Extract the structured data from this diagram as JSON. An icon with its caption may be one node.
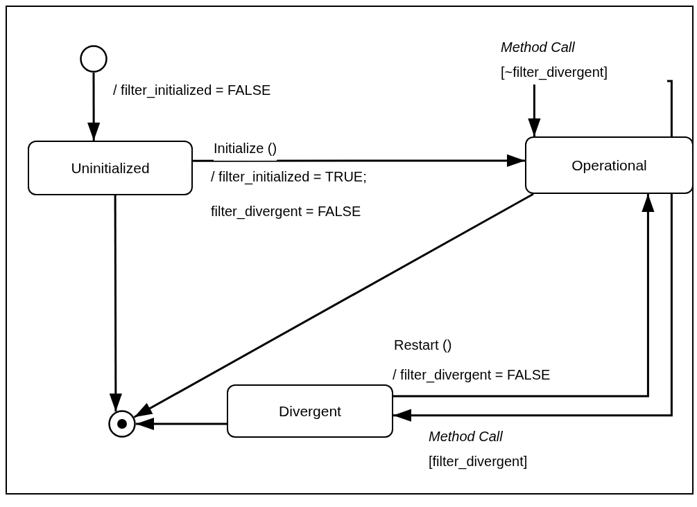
{
  "diagram": {
    "nodes": [
      {
        "text": [],
        "shape": "circle"
      },
      {
        "text": [
          "Uninitialized"
        ]
      },
      {
        "text": [
          "Operational"
        ]
      },
      {
        "text": [
          "Divergent"
        ]
      },
      {
        "text": [],
        "shape": "bullseye"
      }
    ],
    "edges": [
      {
        "from": 0,
        "to": 1,
        "arrow": "to",
        "label": "/ filter_initialized = FALSE"
      },
      {
        "from": 1,
        "to": 2,
        "arrow": "to",
        "label": "Initialize ()"
      },
      {
        "from": 2,
        "to": 2,
        "arrow": "to",
        "label": "*Method Call* [~filter_divergent]"
      },
      {
        "from": 2,
        "to": 4,
        "arrow": "to"
      },
      {
        "from": 1,
        "to": 4,
        "arrow": "to"
      },
      {
        "from": 3,
        "to": 2,
        "arrow": "to",
        "label": "Restart ()"
      },
      {
        "from": 2,
        "to": 3,
        "arrow": "to",
        "label": "*Method Call* [filter_divergent]"
      },
      {
        "from": 3,
        "to": 4,
        "arrow": "to"
      }
    ],
    "labels": [
      "/ filter_initialized = TRUE;",
      "filter_divergent = FALSE",
      "/ filter_divergent = FALSE"
    ]
  }
}
